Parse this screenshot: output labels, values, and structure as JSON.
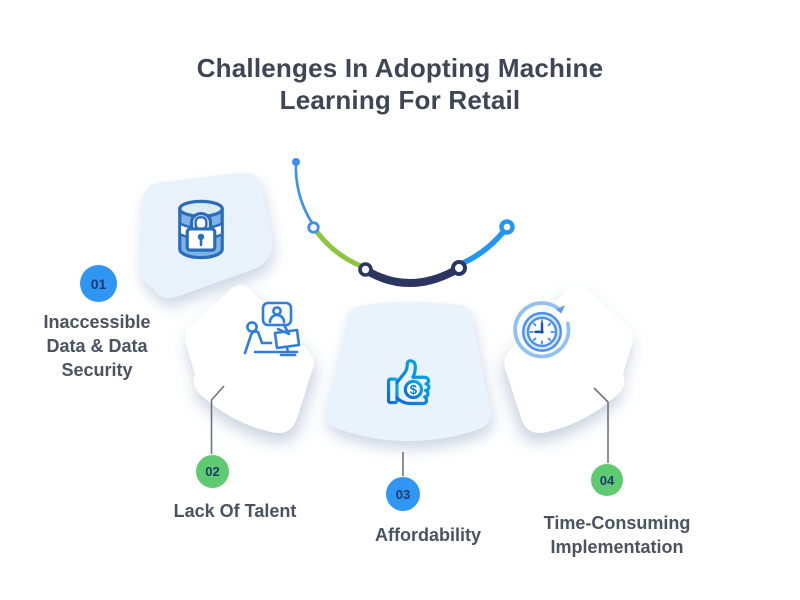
{
  "title": "Challenges In Adopting Machine Learning For Retail",
  "items": [
    {
      "number": "01",
      "label": "Inaccessible Data & Data Security",
      "badge_color": "#2f96f3",
      "icon": "database-lock-icon"
    },
    {
      "number": "02",
      "label": "Lack Of Talent",
      "badge_color": "#5ecb70",
      "icon": "person-computer-icon"
    },
    {
      "number": "03",
      "label": "Affordability",
      "badge_color": "#2f96f3",
      "icon": "thumbs-up-dollar-icon",
      "icon_symbol": "$"
    },
    {
      "number": "04",
      "label": "Time-Consuming Implementation",
      "badge_color": "#5ecb70",
      "icon": "clock-refresh-icon"
    }
  ],
  "colors": {
    "title_text": "#3e4554",
    "label_text": "#4a5360",
    "badge_number_text": "#1d3c6e",
    "badge_blue": "#2f96f3",
    "badge_green": "#5ecb70",
    "arc_thin_blue": "#3d8ff0",
    "arc_green": "#8cc63e",
    "arc_navy": "#2b3560",
    "arc_bright_blue": "#2196f3",
    "petal_light_blue": "#e9f1fa",
    "petal_white": "#ffffff",
    "icon_outline_blue": "#2b6cb8",
    "icon_line_blue": "#2e7de0",
    "icon_fill_blue": "#7db3e6",
    "icon_clock_blue": "#4a90f0",
    "connector_gray": "#6e7580"
  }
}
